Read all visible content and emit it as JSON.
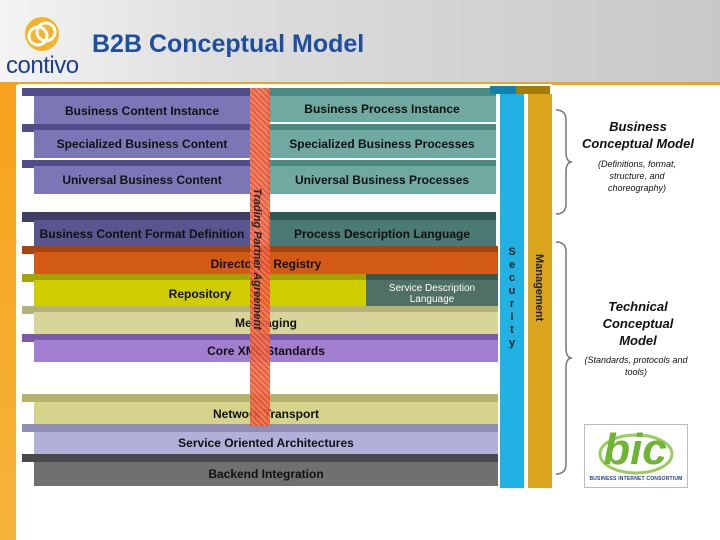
{
  "header": {
    "logo_text": "contivo",
    "title": "B2B Conceptual Model"
  },
  "layers": {
    "business_content_instance": "Business Content Instance",
    "business_process_instance": "Business Process Instance",
    "specialized_business_content": "Specialized Business Content",
    "specialized_business_processes": "Specialized Business Processes",
    "universal_business_content": "Universal Business Content",
    "universal_business_processes": "Universal Business Processes",
    "business_content_format_definition": "Business Content Format Definition",
    "process_description_language": "Process Description Language",
    "directory_registry": "Directory / Registry",
    "repository": "Repository",
    "service_description_language": "Service Description Language",
    "messaging": "Messaging",
    "core_xml_standards": "Core XML Standards",
    "network_transport": "Network Transport",
    "service_oriented_architectures": "Service Oriented Architectures",
    "backend_integration": "Backend Integration"
  },
  "verticals": {
    "trading_partner_agreement": "Trading Partner Agreement",
    "security": "Security",
    "management": "Management"
  },
  "side_labels": {
    "business_title": "Business Conceptual Model",
    "business_note": "(Definitions, format, structure, and choreography)",
    "technical_title": "Technical Conceptual Model",
    "technical_note": "(Standards, protocols and tools)"
  },
  "bic_logo": {
    "text": "bic",
    "caption": "BUSINESS INTERNET CONSORTIUM"
  },
  "colors": {
    "title_blue": "#1d4ea0",
    "accent_orange": "#f0a520",
    "security_cyan": "#1aa8d8",
    "management_gold": "#d4a017",
    "tpa_red": "#e04a36"
  }
}
